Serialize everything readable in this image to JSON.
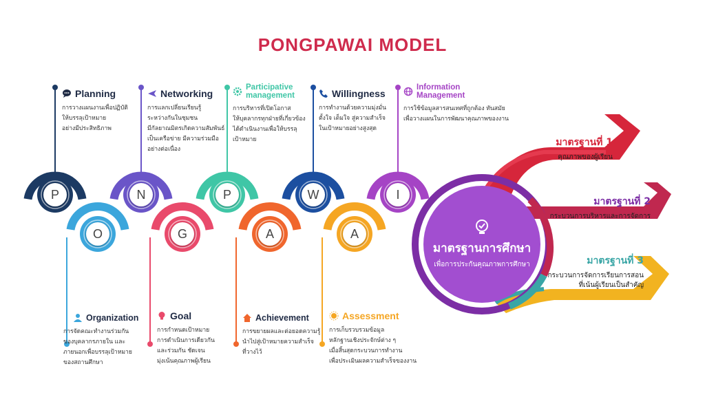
{
  "title": "PONGPAWAI  MODEL",
  "colors": {
    "title": "#cf2b4d",
    "P": "#1c3a63",
    "O": "#3ba6dc",
    "N": "#6a55c8",
    "G": "#e94a6b",
    "P2": "#3fc6a6",
    "A": "#f0662d",
    "W": "#1c4fa0",
    "A2": "#f5a623",
    "I": "#a544c5",
    "std1": "#d6263b",
    "std2": "#b5285a",
    "std3": "#3aa6a6"
  },
  "letters": [
    "P",
    "O",
    "N",
    "G",
    "P",
    "A",
    "W",
    "A",
    "I"
  ],
  "top_items": [
    {
      "name": "Planning",
      "icon": "chat-bubble-icon",
      "desc": [
        "การวางแผนงานเพื่อปฏิบัติ",
        "ให้บรรลุเป้าหมาย",
        "อย่างมีประสิทธิภาพ"
      ]
    },
    {
      "name": "Networking",
      "icon": "airplane-icon",
      "desc": [
        "การแลกเปลี่ยนเรียนรู้",
        "ระหว่างกันในชุมชน",
        "มีกัลยาณมิตรเกิดความสัมพันธ์",
        "เป็นเครือข่าย มีความร่วมมือ",
        "อย่างต่อเนื่อง"
      ]
    },
    {
      "name": "Participative",
      "name2": "management",
      "icon": "gear-icon",
      "desc": [
        "การบริหารที่เปิดโอกาส",
        "ให้บุคลากรทุกฝ่ายที่เกี่ยวข้อง",
        "ได้ดำเนินงานเพื่อให้บรรลุ",
        "เป้าหมาย"
      ]
    },
    {
      "name": "Willingness",
      "icon": "phone-icon",
      "desc": [
        "การทำงานด้วยความมุ่งมั่น",
        "ตั้งใจ เต็มใจ สู่ความสำเร็จ",
        "ในเป้าหมายอย่างสูงสุด"
      ]
    },
    {
      "name": "Information",
      "name2": "Management",
      "icon": "globe-icon",
      "desc": [
        "การใช้ข้อมูลสารสนเทศที่ถูกต้อง ทันสมัย",
        "เพื่อวางแผนในการพัฒนาคุณภาพของงาน"
      ]
    }
  ],
  "bottom_items": [
    {
      "name": "Organization",
      "icon": "person-icon",
      "desc": [
        "การจัดคณะทำงานร่วมกัน",
        "ของบุคลากรภายใน และ",
        "ภายนอกเพื่อบรรลุเป้าหมาย",
        "ของสถานศึกษา"
      ]
    },
    {
      "name": "Goal",
      "icon": "lightbulb-icon",
      "desc": [
        "การกำหนดเป้าหมาย",
        "การดำเนินการเดียวกัน",
        "และร่วมกัน ชัดเจน",
        "มุ่งเน้นคุณภาพผู้เรียน"
      ]
    },
    {
      "name": "Achievement",
      "icon": "home-icon",
      "desc": [
        "การขยายผลและต่อยอดความรู้",
        "นำไปสู่เป้าหมายความสำเร็จ",
        "ที่วางไว้"
      ]
    },
    {
      "name": "Assessment",
      "icon": "sun-icon",
      "desc": [
        "การเก็บรวบรวมข้อมูล",
        "หลักฐานเชิงประจักษ์ต่าง ๆ",
        "เมื่อสิ้นสุดกระบวนการทำงาน",
        "เพื่อประเมินผลความสำเร็จของงาน"
      ]
    }
  ],
  "center": {
    "icon": "lightbulb-check-icon",
    "title": "มาตรฐานการศึกษา",
    "subtitle": "เพื่อการประกันคุณภาพการศึกษา"
  },
  "standards": [
    {
      "title": "มาตรฐานที่ 1",
      "sub": [
        "คุณภาพของผู้เรียน"
      ]
    },
    {
      "title": "มาตรฐานที่ 2",
      "sub": [
        "กระบวนการบริหารและการจัดการ"
      ]
    },
    {
      "title": "มาตรฐานที่ 3",
      "sub": [
        "กระบวนการจัดการเรียนการสอน",
        "ที่เน้นผู้เรียนเป็นสำคัญ"
      ]
    }
  ]
}
